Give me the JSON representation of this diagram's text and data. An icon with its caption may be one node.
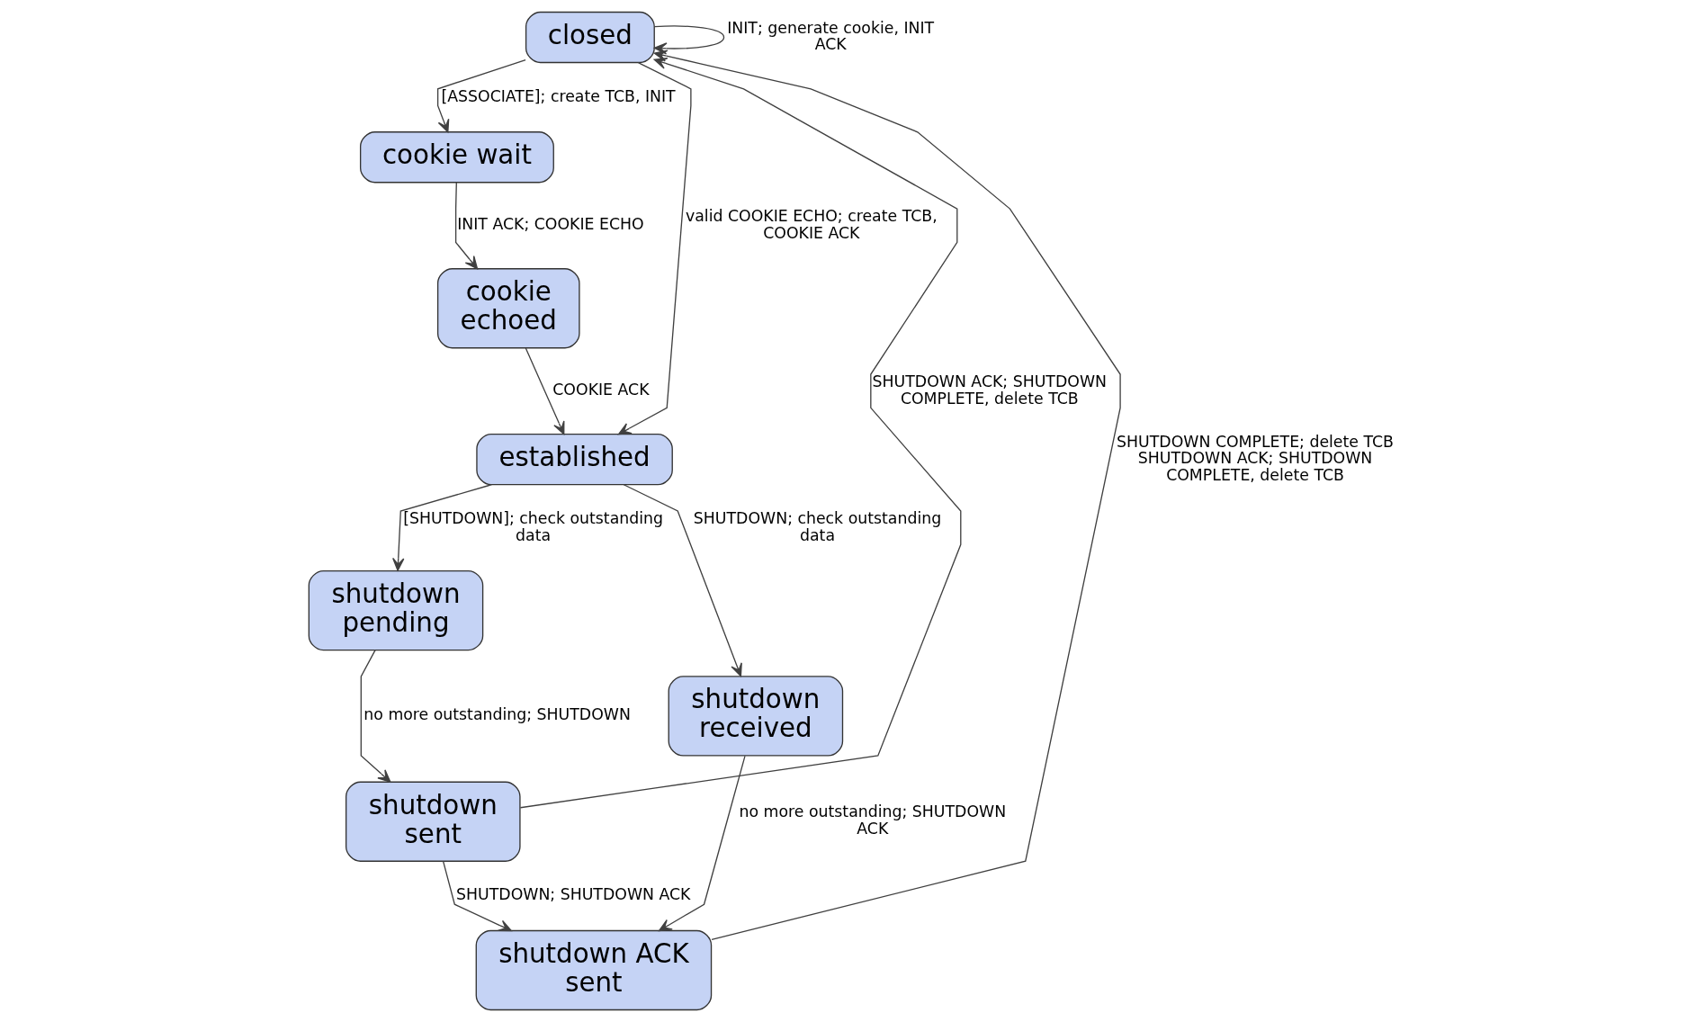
{
  "diagram": {
    "nodes": [
      {
        "text": [
          "closed"
        ]
      },
      {
        "text": [
          "cookie wait"
        ]
      },
      {
        "text": [
          "cookie echoed"
        ]
      },
      {
        "text": [
          "established"
        ]
      },
      {
        "text": [
          "shutdown pending"
        ]
      },
      {
        "text": [
          "shutdown received"
        ]
      },
      {
        "text": [
          "shutdown sent"
        ]
      },
      {
        "text": [
          "shutdown ACK sent"
        ]
      }
    ],
    "edges": [
      {
        "from": 0,
        "to": 0,
        "arrow": "to",
        "label": "INIT; generate cookie, INIT ACK"
      },
      {
        "from": 0,
        "to": 1,
        "arrow": "to",
        "label": "[ASSOCIATE]; create TCB, INIT"
      },
      {
        "from": 0,
        "to": 3,
        "arrow": "to",
        "label": "valid COOKIE ECHO; create TCB, COOKIE ACK"
      },
      {
        "from": 1,
        "to": 2,
        "arrow": "to",
        "label": "INIT ACK; COOKIE ECHO"
      },
      {
        "from": 2,
        "to": 3,
        "arrow": "to",
        "label": "COOKIE ACK"
      },
      {
        "from": 3,
        "to": 4,
        "arrow": "to",
        "label": "[SHUTDOWN]; check outstanding data"
      },
      {
        "from": 3,
        "to": 5,
        "arrow": "to",
        "label": "SHUTDOWN; check outstanding data"
      },
      {
        "from": 4,
        "to": 6,
        "arrow": "to",
        "label": "no more outstanding; SHUTDOWN"
      },
      {
        "from": 5,
        "to": 7,
        "arrow": "to",
        "label": "no more outstanding; SHUTDOWN ACK"
      },
      {
        "from": 6,
        "to": 7,
        "arrow": "to",
        "label": "SHUTDOWN; SHUTDOWN ACK"
      },
      {
        "from": 6,
        "to": 0,
        "arrow": "to",
        "label": "SHUTDOWN ACK; SHUTDOWN COMPLETE, delete TCB"
      },
      {
        "from": 7,
        "to": 0,
        "arrow": "to",
        "label": "SHUTDOWN COMPLETE; delete TCB SHUTDOWN ACK; SHUTDOWN COMPLETE, delete TCB"
      }
    ]
  }
}
